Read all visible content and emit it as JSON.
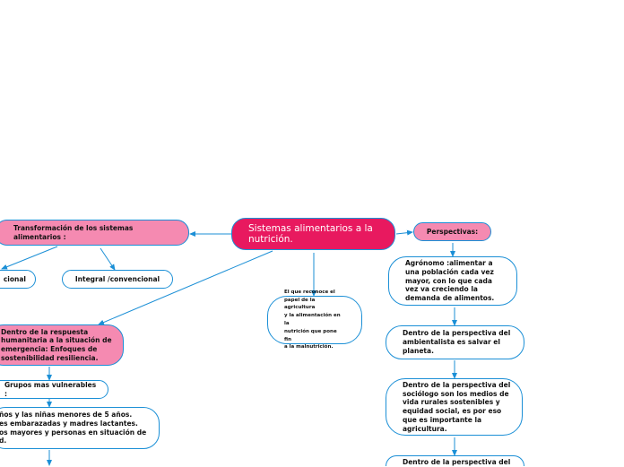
{
  "colors": {
    "edge": "#1b8fd6",
    "main_fill": "#e8195f",
    "pink_fill": "#f58ab1"
  },
  "main": {
    "text": "Sistemas alimentarios a la nutrición."
  },
  "left": {
    "transformacion": "Transformación de los sistemas alimentarios :",
    "cional": "cional",
    "integral": "Integral /convencional"
  },
  "middle": {
    "reconoce": "El que reconoce el\npapel de la agricultura\ny la alimentación en la\nnutrición que pone fin\na la malnutrición."
  },
  "lower_left": {
    "respuesta": "Dentro de la respuesta\nhumanitaria a la situación de\nemergencia: Enfoques de\nsostenibilidad resiliencia.",
    "grupos": "Grupos mas vulnerables :",
    "ninos": "ños y las niñas menores de 5 años.\nes embarazadas y madres lactantes.\nos mayores y personas en situación de\nd."
  },
  "right": {
    "perspectivas": "Perspectivas:",
    "agronomo": "Agrónomo :alimentar a\nuna población cada vez\nmayor, con lo que cada\nvez va creciendo la\ndemanda de alimentos.",
    "ambientalista": "Dentro de la perspectiva del\nambientalista es salvar el\nplaneta.",
    "sociologo": "Dentro de la perspectiva del\nsociólogo son los medios de\nvida rurales sostenibles y\nequidad social, es por eso\nque es importante la\nagricultura.",
    "ultimo": "Dentro de la perspectiva del"
  }
}
